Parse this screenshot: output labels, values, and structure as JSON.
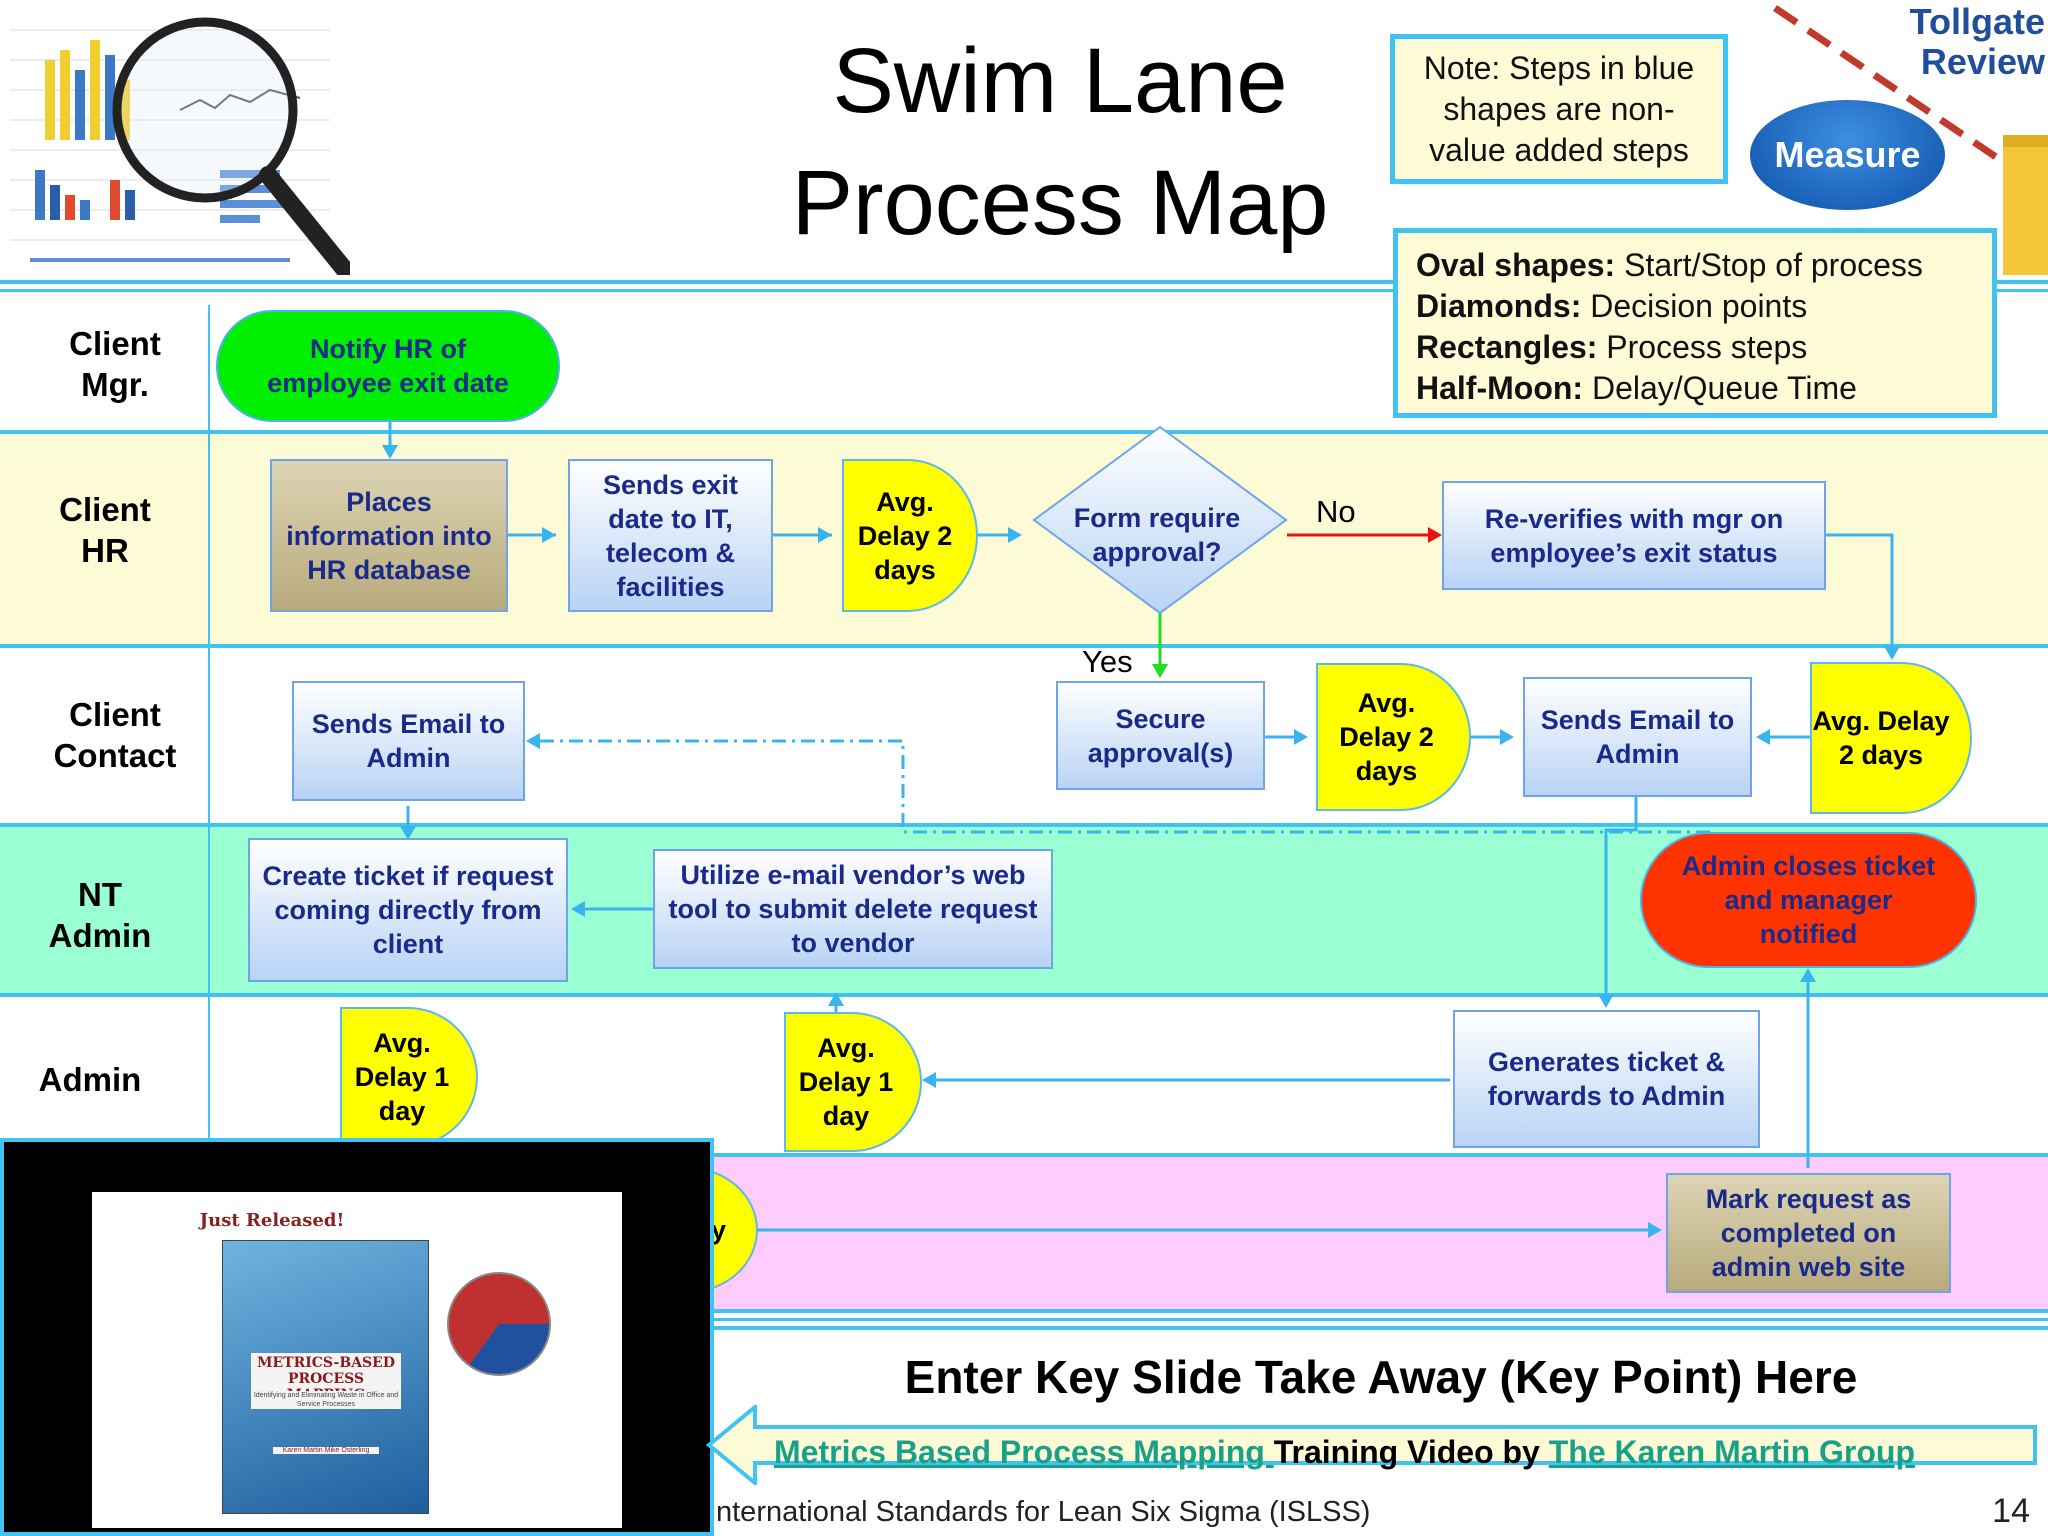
{
  "title": {
    "line1": "Swim Lane",
    "line2": "Process Map"
  },
  "tollgate": {
    "line1": "Tollgate",
    "line2": "Review",
    "badge": "Measure"
  },
  "note_blue": "Note: Steps in blue shapes are non-value added steps",
  "legend": [
    {
      "term": "Oval shapes:",
      "desc": " Start/Stop of process"
    },
    {
      "term": "Diamonds:",
      "desc": " Decision points"
    },
    {
      "term": "Rectangles:",
      "desc": " Process steps"
    },
    {
      "term": "Half-Moon:",
      "desc": " Delay/Queue Time"
    }
  ],
  "lanes": [
    {
      "line1": "Client",
      "line2": "Mgr."
    },
    {
      "line1": "Client",
      "line2": "HR"
    },
    {
      "line1": "Client",
      "line2": "Contact"
    },
    {
      "line1": "NT",
      "line2": "Admin"
    },
    {
      "line1": "Admin",
      "line2": ""
    }
  ],
  "steps": {
    "notify_hr": "Notify HR of employee exit date",
    "places_info": "Places information into HR database",
    "sends_exit": "Sends exit date to IT, telecom & facilities",
    "delay_hr": "Avg. Delay 2 days",
    "form_require": "Form require approval?",
    "no_label": "No",
    "yes_label": "Yes",
    "reverifies": "Re-verifies with mgr on employee’s exit status",
    "sends_email_left": "Sends Email to Admin",
    "secure_approval": "Secure approval(s)",
    "delay_contact1": "Avg. Delay 2 days",
    "sends_email_right": "Sends Email to Admin",
    "delay_contact2": "Avg. Delay 2 days",
    "create_ticket": "Create ticket if request coming directly from client",
    "utilize_vendor": "Utilize e-mail vendor’s web tool to submit delete request to vendor",
    "admin_closes": "Admin closes ticket and manager notified",
    "delay_admin1": "Avg. Delay 1 day",
    "delay_admin2": "Avg. Delay 1 day",
    "generates_ticket": "Generates ticket & forwards to Admin",
    "mark_request": "Mark request as completed on admin web site",
    "partial_delay": "y"
  },
  "video": {
    "just_released": "Just Released!",
    "book_title": "METRICS-BASED PROCESS MAPPING",
    "book_subtitle": "Identifying and Eliminating Waste in Office and Service Processes",
    "authors": "Karen Martin Mike Osterling"
  },
  "footer": {
    "key_point": "Enter Key Slide Take Away (Key Point) Here",
    "link1": "Metrics Based Process Mapping ",
    "mid": "Training Video by ",
    "link2": "The Karen Martin Group",
    "org": "nternational Standards for Lean Six Sigma (ISLSS)",
    "page": "14"
  },
  "colors": {
    "lane_yellow": "#fdfbd6",
    "lane_green": "#9bffd4",
    "lane_pink": "#ffccff",
    "border_blue": "#3fc3f0",
    "start_green": "#00ee00",
    "end_red": "#ff3300",
    "delay_yellow": "#ffff00"
  }
}
